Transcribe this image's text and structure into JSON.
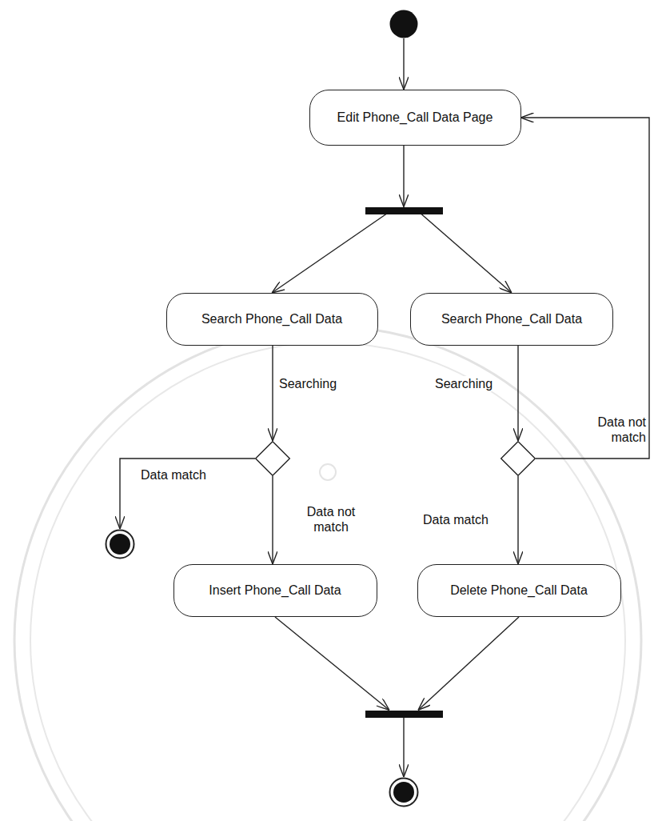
{
  "diagram": {
    "nodes": [
      {
        "text": []
      },
      {
        "text": [
          "Edit Phone_Call Data Page"
        ]
      },
      {
        "text": []
      },
      {
        "text": [
          "Search Phone_Call Data"
        ]
      },
      {
        "text": [
          "Search Phone_Call Data"
        ]
      },
      {
        "text": []
      },
      {
        "text": []
      },
      {
        "text": []
      },
      {
        "text": [
          "Insert Phone_Call Data"
        ]
      },
      {
        "text": [
          "Delete Phone_Call Data"
        ]
      },
      {
        "text": []
      },
      {
        "text": []
      }
    ],
    "edges": [
      {
        "from": 0,
        "to": 1,
        "arrow": "to"
      },
      {
        "from": 1,
        "to": 2,
        "arrow": "to"
      },
      {
        "from": 2,
        "to": 3,
        "arrow": "to"
      },
      {
        "from": 2,
        "to": 4,
        "arrow": "to"
      },
      {
        "from": 3,
        "to": 5,
        "label": "Searching",
        "arrow": "to"
      },
      {
        "from": 4,
        "to": 6,
        "label": "Searching",
        "arrow": "to"
      },
      {
        "from": 5,
        "to": 7,
        "label": "Data match",
        "arrow": "to"
      },
      {
        "from": 5,
        "to": 8,
        "label": "Data not match",
        "arrow": "to"
      },
      {
        "from": 6,
        "to": 1,
        "label": "Data not match",
        "arrow": "to"
      },
      {
        "from": 6,
        "to": 9,
        "label": "Data match",
        "arrow": "to"
      },
      {
        "from": 8,
        "to": 10,
        "arrow": "to"
      },
      {
        "from": 9,
        "to": 10,
        "arrow": "to"
      },
      {
        "from": 10,
        "to": 11,
        "arrow": "to"
      }
    ]
  }
}
